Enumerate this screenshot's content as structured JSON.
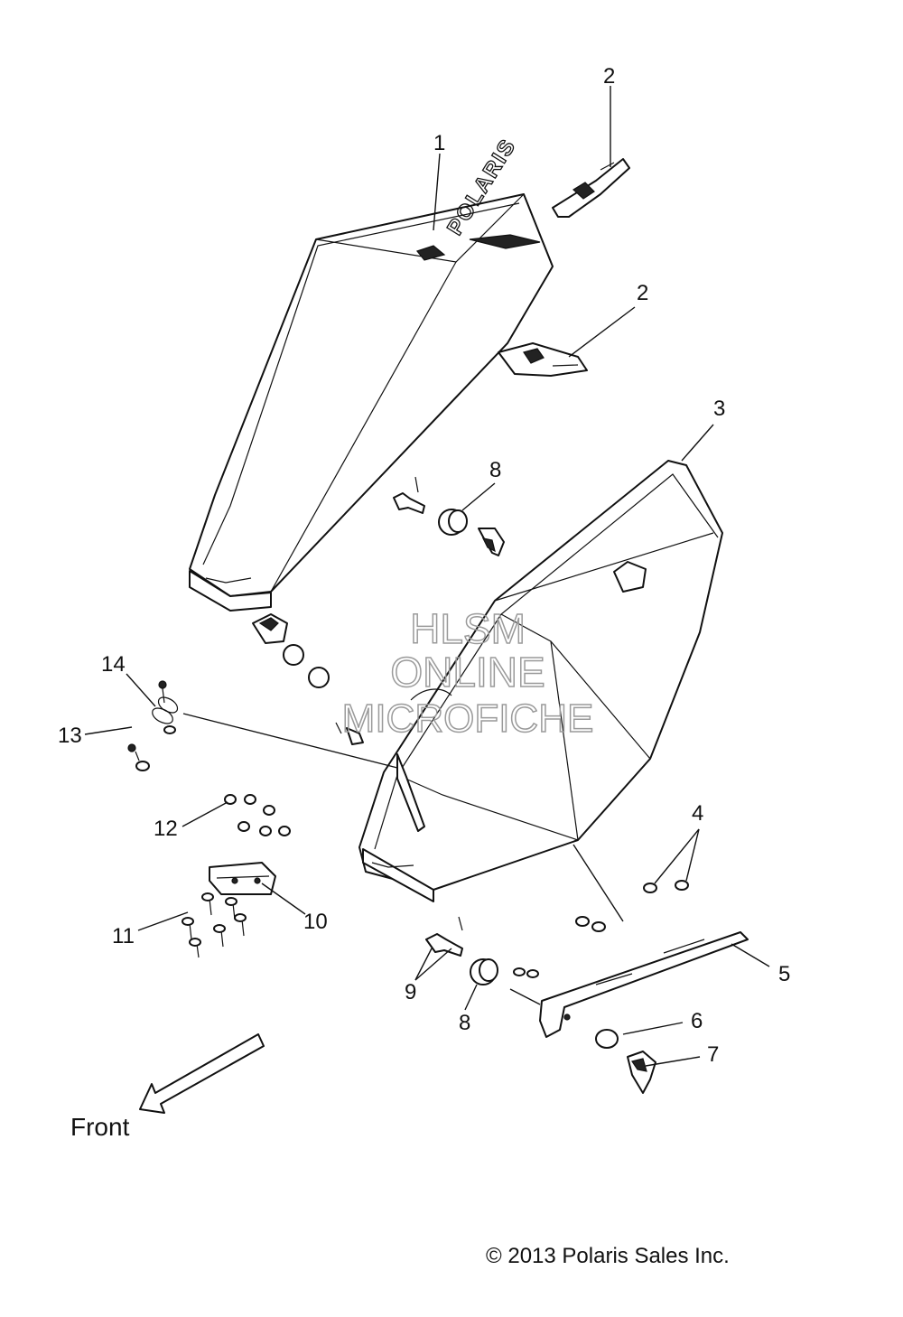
{
  "callouts": {
    "c1": "1",
    "c2a": "2",
    "c2b": "2",
    "c3": "3",
    "c4": "4",
    "c5": "5",
    "c6": "6",
    "c7": "7",
    "c8a": "8",
    "c8b": "8",
    "c9": "9",
    "c10": "10",
    "c11": "11",
    "c12": "12",
    "c13": "13",
    "c14": "14"
  },
  "lid_logo": "POLARIS",
  "watermark": {
    "line1": "HLSM",
    "line2": "ONLINE",
    "line3": "MICROFICHE"
  },
  "direction_label": "Front",
  "copyright": "© 2013 Polaris Sales Inc."
}
